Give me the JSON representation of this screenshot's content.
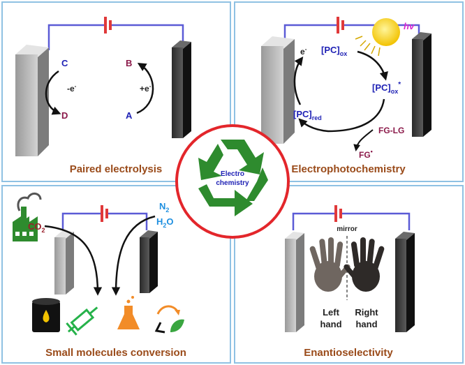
{
  "center": {
    "label_line1": "Electro",
    "label_line2": "chemistry"
  },
  "panels": {
    "paired": {
      "caption": "Paired electrolysis",
      "C": "C",
      "D": "D",
      "B": "B",
      "A": "A",
      "minus_e": "-e",
      "plus_e": "+e",
      "e_sup": "-"
    },
    "photo": {
      "caption": "Electrophotochemistry",
      "e": "e",
      "e_sup": "-",
      "hv": "hv",
      "pc": "[PC]",
      "ox": "ox",
      "red": "red",
      "star": "*",
      "fg_lg": "FG-LG",
      "fg": "FG",
      "dot": "•"
    },
    "small": {
      "caption": "Small molecules conversion",
      "co2": "CO",
      "co2_sub": "2",
      "n2": "N",
      "n2_sub": "2",
      "h2o_h": "H",
      "h2o_sub": "2",
      "h2o_o": "O"
    },
    "enantio": {
      "caption": "Enantioselectivity",
      "mirror": "mirror",
      "left1": "Left",
      "left2": "hand",
      "right1": "Right",
      "right2": "hand"
    }
  },
  "colors": {
    "panel_border": "#8fc1e3",
    "wire": "#5b5bd6",
    "battery": "#e0393a",
    "recycle_green": "#2e8b2e",
    "circle_red": "#e3262b",
    "caption": "#9a4b1a"
  }
}
